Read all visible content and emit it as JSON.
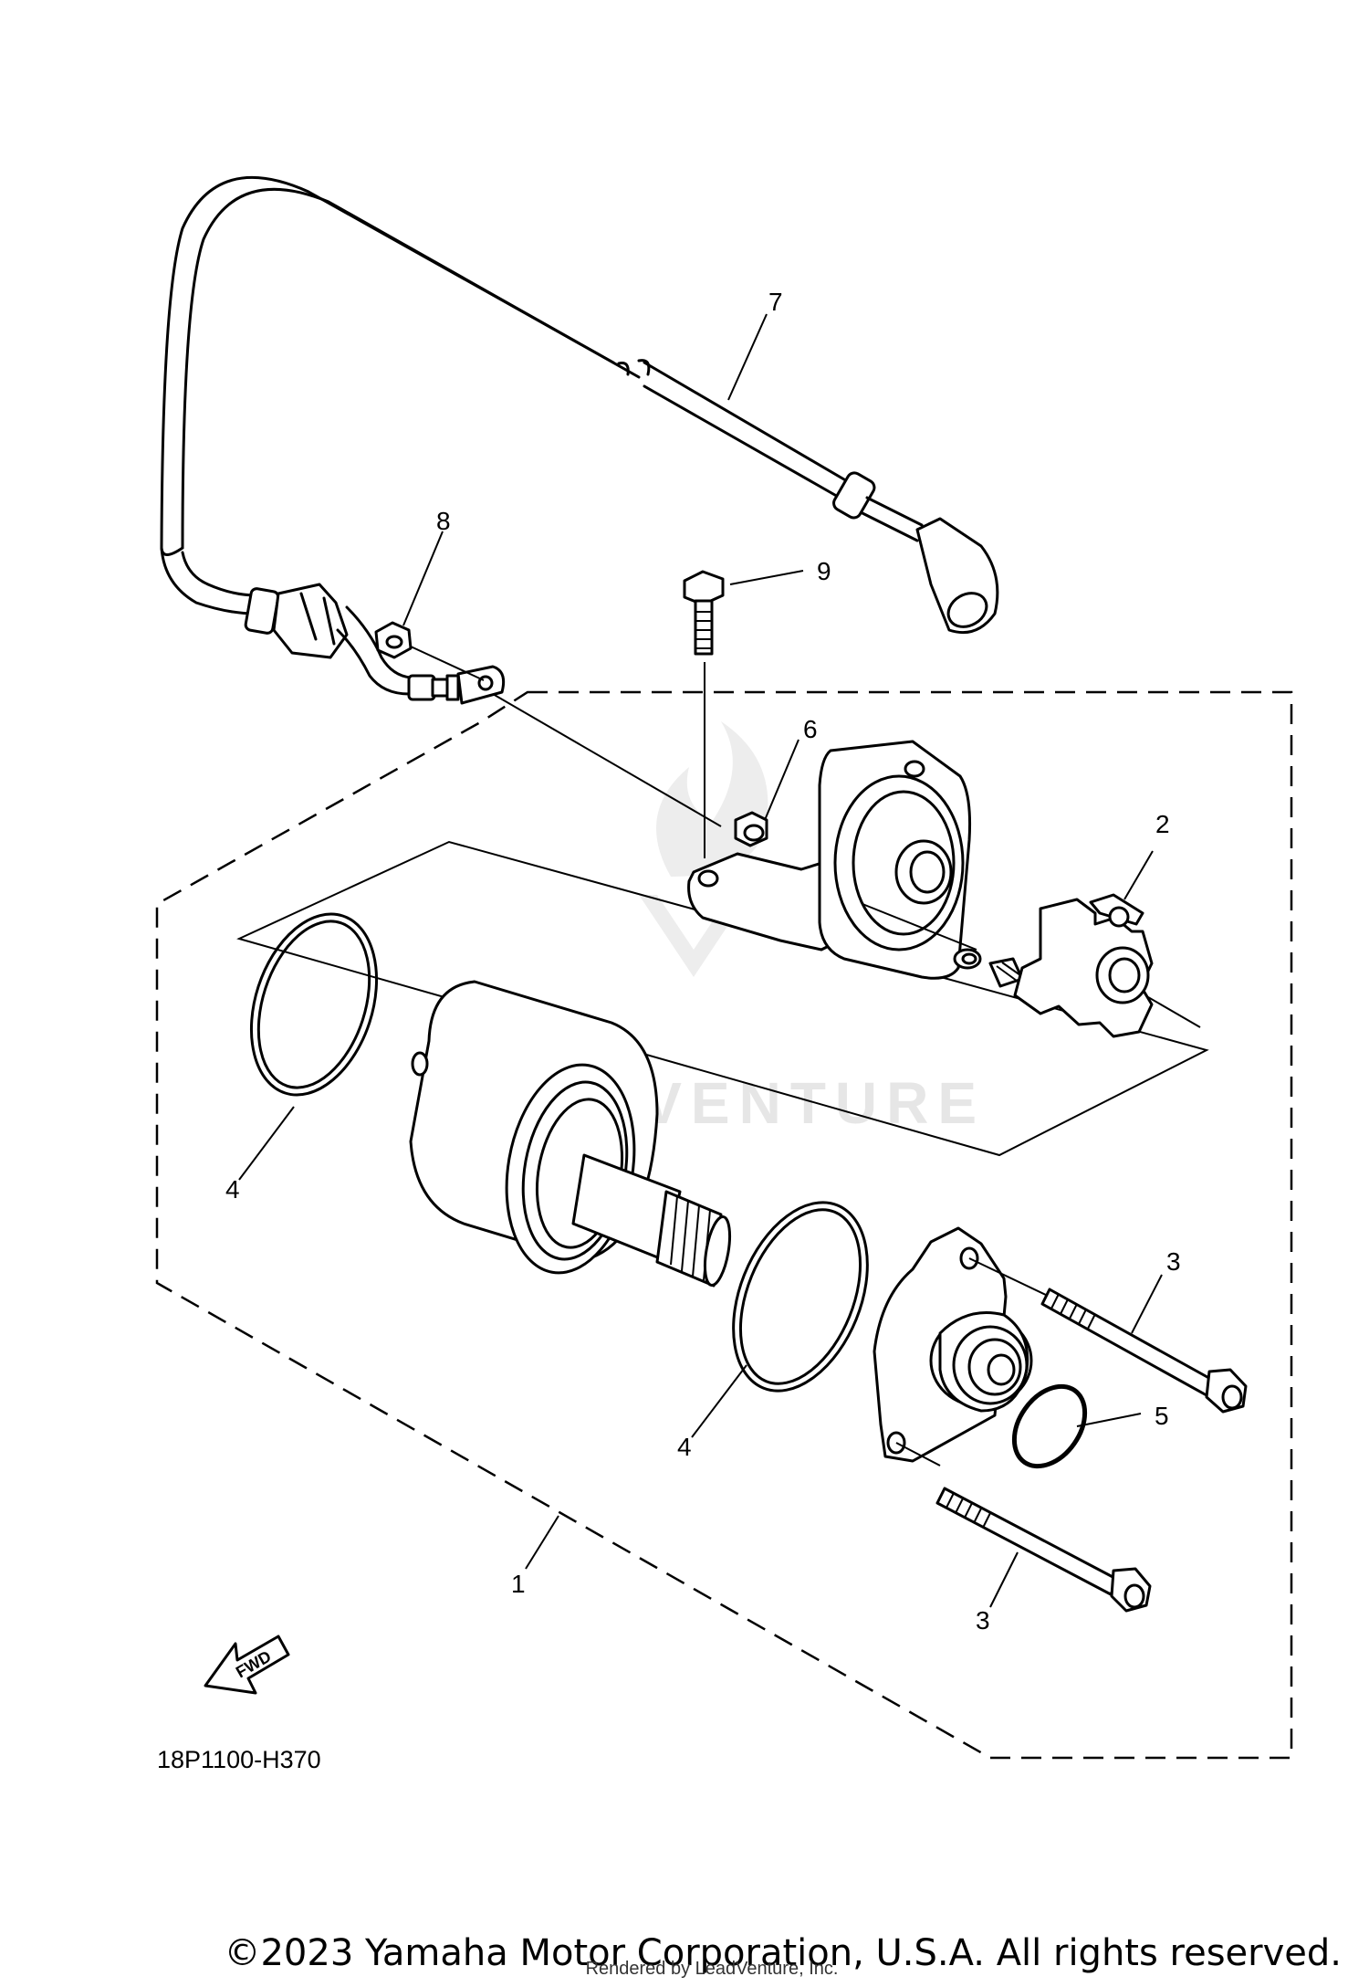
{
  "diagram": {
    "callouts": [
      "1",
      "2",
      "3",
      "3",
      "4",
      "4",
      "5",
      "6",
      "7",
      "8",
      "9"
    ],
    "drawing_code": "18P1100-H370",
    "fwd_label": "FWD",
    "watermark": "LEADVENTURE"
  },
  "footer": {
    "copyright": "©2023 Yamaha Motor Corporation, U.S.A. All rights reserved.",
    "rendered_by": "Rendered by LeadVenture, Inc."
  },
  "colors": {
    "line": "#000000",
    "watermark": "#e6e6e6",
    "background": "#ffffff"
  }
}
